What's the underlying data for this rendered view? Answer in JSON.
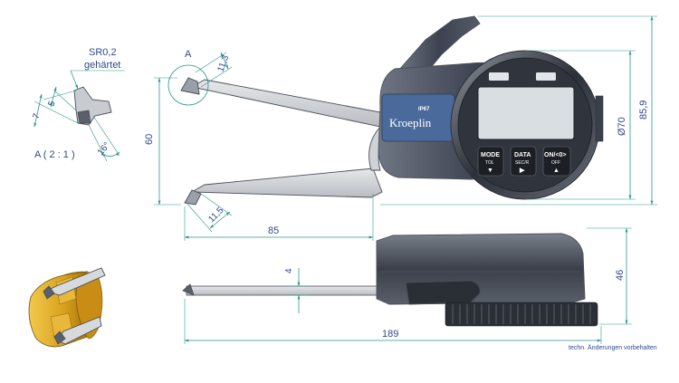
{
  "detail": {
    "radius_label": "SR0,2",
    "hardened_label": "gehärtet",
    "scale_label": "A ( 2 : 1 )",
    "dim_5": "5",
    "dim_7": "7",
    "angle_16": "16°"
  },
  "front_view": {
    "view_marker": "A",
    "dim_11_3": "11,3",
    "dim_11_5": "11,5",
    "dim_60": "60",
    "dim_85": "85",
    "dim_diameter_70": "Ø70",
    "dim_85_9": "85,9",
    "brand_text": "Kroeplin",
    "ip_rating": "IP67",
    "buttons": [
      {
        "label": "MODE",
        "sub": "TOL",
        "arrow": "▼"
      },
      {
        "label": "DATA",
        "sub": "SEC/R",
        "arrow": "▶"
      },
      {
        "label": "ON/<0>",
        "sub": "OFF",
        "arrow": "▲"
      }
    ]
  },
  "side_view": {
    "dim_4": "4",
    "dim_46": "46",
    "dim_189": "189"
  },
  "footer_note": "techn. Änderungen vorbehalten",
  "colors": {
    "dimension_line": "#2d9a8c",
    "dimension_text": "#2f4a8c",
    "housing_dark": "#3c4250",
    "housing_blue": "#4a6a9c",
    "lcd": "#d9dee3",
    "contact_tip_gold": "#d8a21e"
  }
}
